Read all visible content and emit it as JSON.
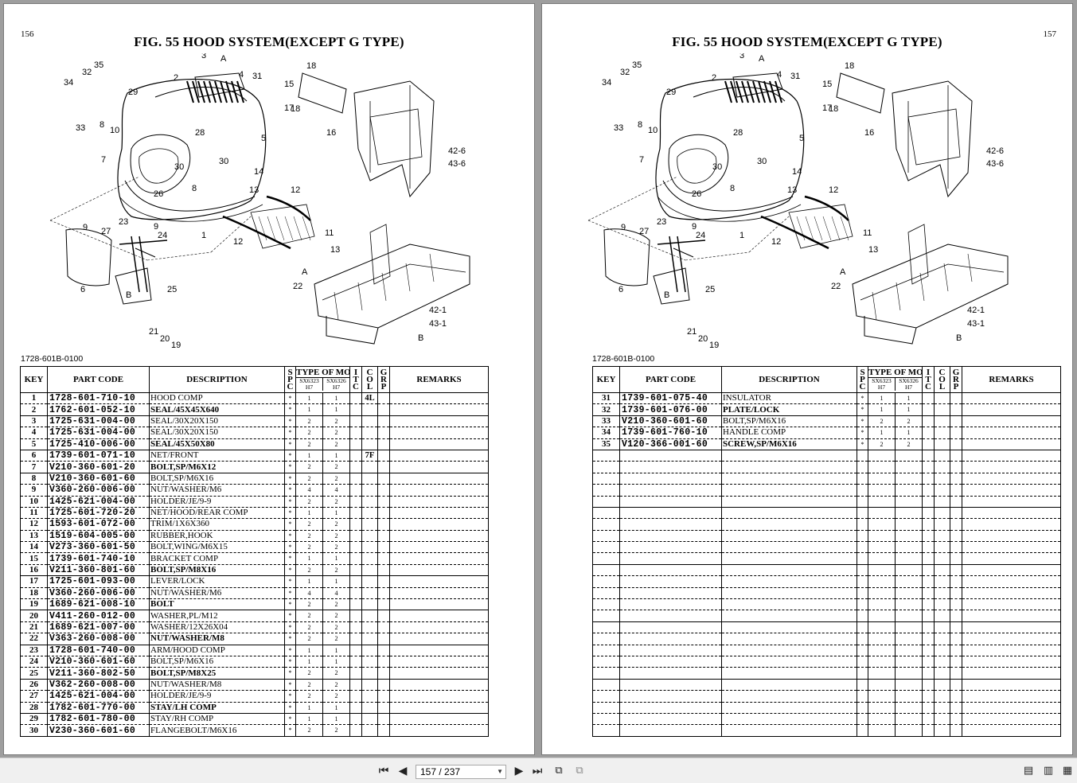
{
  "left_page": {
    "page_number": "156",
    "title": "FIG. 55  HOOD SYSTEM(EXCEPT G TYPE)",
    "drawing_code": "1728-601B-0100",
    "callouts": [
      "3",
      "A",
      "35",
      "32",
      "34",
      "2",
      "4",
      "31",
      "29",
      "33",
      "8",
      "10",
      "28",
      "5",
      "7",
      "30",
      "30",
      "14",
      "26",
      "8",
      "13",
      "12",
      "9",
      "23",
      "27",
      "9",
      "24",
      "1",
      "11",
      "12",
      "13",
      "A",
      "6",
      "B",
      "25",
      "21",
      "20",
      "19",
      "15",
      "18",
      "17",
      "18",
      "16",
      "42-6",
      "43-6",
      "22",
      "42-1",
      "43-1",
      "B"
    ]
  },
  "right_page": {
    "page_number": "157",
    "title": "FIG. 55  HOOD SYSTEM(EXCEPT G TYPE)",
    "drawing_code": "1728-601B-0100",
    "callouts": [
      "3",
      "A",
      "35",
      "32",
      "34",
      "2",
      "4",
      "31",
      "29",
      "33",
      "8",
      "10",
      "28",
      "5",
      "7",
      "30",
      "30",
      "14",
      "26",
      "8",
      "13",
      "12",
      "9",
      "23",
      "27",
      "9",
      "24",
      "1",
      "11",
      "12",
      "13",
      "A",
      "6",
      "B",
      "25",
      "21",
      "20",
      "19",
      "15",
      "18",
      "17",
      "18",
      "16",
      "42-6",
      "43-6",
      "22",
      "42-1",
      "43-1",
      "B"
    ]
  },
  "table_headers": {
    "key": "KEY",
    "part_code": "PART CODE",
    "description": "DESCRIPTION",
    "spc": "S P C",
    "type_of_model": "TYPE OF MODEL",
    "model1": "SX6323 H7",
    "model2": "SX6326 H7",
    "itc": "I T C",
    "col": "C O L",
    "grp": "G R P",
    "remarks": "REMARKS"
  },
  "parts_left": [
    {
      "key": "1",
      "code": "1728-601-710-10",
      "desc": "HOOD          COMP",
      "spc": "*",
      "q1": "1",
      "q2": "1",
      "col": "4L"
    },
    {
      "key": "2",
      "code": "1762-601-052-10",
      "desc": "SEAL/45X45X640",
      "spc": "*",
      "q1": "1",
      "q2": "1",
      "col": "",
      "bold": true
    },
    {
      "key": "3",
      "code": "1725-631-004-00",
      "desc": "SEAL/30X20X150",
      "spc": "*",
      "q1": "2",
      "q2": "2",
      "col": ""
    },
    {
      "key": "4",
      "code": "1725-631-004-00",
      "desc": "SEAL/30X20X150",
      "spc": "*",
      "q1": "2",
      "q2": "2",
      "col": ""
    },
    {
      "key": "5",
      "code": "1725-410-006-00",
      "desc": "SEAL/45X50X80",
      "spc": "*",
      "q1": "2",
      "q2": "2",
      "col": "",
      "bold": true
    },
    {
      "key": "6",
      "code": "1739-601-071-10",
      "desc": "NET/FRONT",
      "spc": "*",
      "q1": "1",
      "q2": "1",
      "col": "7F"
    },
    {
      "key": "7",
      "code": "V210-360-601-20",
      "desc": "BOLT,SP/M6X12",
      "spc": "*",
      "q1": "2",
      "q2": "2",
      "col": "",
      "bold": true
    },
    {
      "key": "8",
      "code": "V210-360-601-60",
      "desc": "BOLT,SP/M6X16",
      "spc": "*",
      "q1": "2",
      "q2": "2",
      "col": ""
    },
    {
      "key": "9",
      "code": "V360-260-006-00",
      "desc": "NUT/WASHER/M6",
      "spc": "*",
      "q1": "4",
      "q2": "4",
      "col": ""
    },
    {
      "key": "10",
      "code": "1425-621-004-00",
      "desc": "HOLDER/JE/9-9",
      "spc": "*",
      "q1": "2",
      "q2": "2",
      "col": ""
    },
    {
      "key": "11",
      "code": "1725-601-720-20",
      "desc": "NET/HOOD/REAR   COMP",
      "spc": "*",
      "q1": "1",
      "q2": "1",
      "col": ""
    },
    {
      "key": "12",
      "code": "1593-601-072-00",
      "desc": "TRIM/1X6X360",
      "spc": "*",
      "q1": "2",
      "q2": "2",
      "col": ""
    },
    {
      "key": "13",
      "code": "1519-604-005-00",
      "desc": "RUBBER,HOOK",
      "spc": "*",
      "q1": "2",
      "q2": "2",
      "col": ""
    },
    {
      "key": "14",
      "code": "V273-360-601-50",
      "desc": "BOLT,WING/M6X15",
      "spc": "*",
      "q1": "2",
      "q2": "2",
      "col": ""
    },
    {
      "key": "15",
      "code": "1739-601-740-10",
      "desc": "BRACKET        COMP",
      "spc": "*",
      "q1": "1",
      "q2": "1",
      "col": ""
    },
    {
      "key": "16",
      "code": "V211-360-801-60",
      "desc": "BOLT,SP/M8X16",
      "spc": "*",
      "q1": "2",
      "q2": "2",
      "col": "",
      "bold": true
    },
    {
      "key": "17",
      "code": "1725-601-093-00",
      "desc": "LEVER/LOCK",
      "spc": "*",
      "q1": "1",
      "q2": "1",
      "col": ""
    },
    {
      "key": "18",
      "code": "V360-260-006-00",
      "desc": "NUT/WASHER/M6",
      "spc": "*",
      "q1": "4",
      "q2": "4",
      "col": ""
    },
    {
      "key": "19",
      "code": "1689-621-008-10",
      "desc": "BOLT",
      "spc": "*",
      "q1": "2",
      "q2": "2",
      "col": "",
      "bold": true
    },
    {
      "key": "20",
      "code": "V411-260-012-00",
      "desc": "WASHER,PL/M12",
      "spc": "*",
      "q1": "2",
      "q2": "2",
      "col": ""
    },
    {
      "key": "21",
      "code": "1689-621-007-00",
      "desc": "WASHER/12X26X04",
      "spc": "*",
      "q1": "2",
      "q2": "2",
      "col": ""
    },
    {
      "key": "22",
      "code": "V363-260-008-00",
      "desc": "NUT/WASHER/M8",
      "spc": "*",
      "q1": "2",
      "q2": "2",
      "col": "",
      "bold": true
    },
    {
      "key": "23",
      "code": "1728-601-740-00",
      "desc": "ARM/HOOD        COMP",
      "spc": "*",
      "q1": "1",
      "q2": "1",
      "col": ""
    },
    {
      "key": "24",
      "code": "V210-360-601-60",
      "desc": "BOLT,SP/M6X16",
      "spc": "*",
      "q1": "1",
      "q2": "1",
      "col": ""
    },
    {
      "key": "25",
      "code": "V211-360-802-50",
      "desc": "BOLT,SP/M8X25",
      "spc": "*",
      "q1": "2",
      "q2": "2",
      "col": "",
      "bold": true
    },
    {
      "key": "26",
      "code": "V362-260-008-00",
      "desc": "NUT/WASHER/M8",
      "spc": "*",
      "q1": "2",
      "q2": "2",
      "col": ""
    },
    {
      "key": "27",
      "code": "1425-621-004-00",
      "desc": "HOLDER/JE/9-9",
      "spc": "*",
      "q1": "2",
      "q2": "2",
      "col": ""
    },
    {
      "key": "28",
      "code": "1782-601-770-00",
      "desc": "STAY/LH         COMP",
      "spc": "*",
      "q1": "1",
      "q2": "1",
      "col": "",
      "bold": true
    },
    {
      "key": "29",
      "code": "1782-601-780-00",
      "desc": "STAY/RH         COMP",
      "spc": "*",
      "q1": "1",
      "q2": "1",
      "col": ""
    },
    {
      "key": "30",
      "code": "V230-360-601-60",
      "desc": "FLANGEBOLT/M6X16",
      "spc": "*",
      "q1": "2",
      "q2": "2",
      "col": ""
    }
  ],
  "parts_right": [
    {
      "key": "31",
      "code": "1739-601-075-40",
      "desc": "INSULATOR",
      "spc": "*",
      "q1": "1",
      "q2": "1",
      "col": ""
    },
    {
      "key": "32",
      "code": "1739-601-076-00",
      "desc": "PLATE/LOCK",
      "spc": "*",
      "q1": "1",
      "q2": "1",
      "col": "",
      "bold": true
    },
    {
      "key": "33",
      "code": "V210-360-601-60",
      "desc": "BOLT,SP/M6X16",
      "spc": "*",
      "q1": "2",
      "q2": "2",
      "col": ""
    },
    {
      "key": "34",
      "code": "1739-601-760-10",
      "desc": "HANDLE          COMP",
      "spc": "*",
      "q1": "1",
      "q2": "1",
      "col": ""
    },
    {
      "key": "35",
      "code": "V120-366-001-60",
      "desc": "SCREW,SP/M6X16",
      "spc": "*",
      "q1": "2",
      "q2": "2",
      "col": "",
      "bold": true
    }
  ],
  "right_empty_rows": 25,
  "toolbar": {
    "page_indicator": "157 / 237",
    "first_icon": "first-page-icon",
    "prev_icon": "prev-page-icon",
    "next_icon": "next-page-icon",
    "last_icon": "last-page-icon"
  }
}
